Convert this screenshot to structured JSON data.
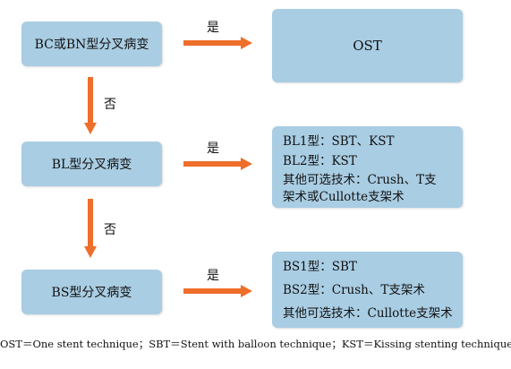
{
  "nodes": {
    "bc_bn": "BC或BN型分叉病变",
    "bl": "BL型分叉病变",
    "bs": "BS型分叉病变",
    "ost": "OST",
    "bl_options": [
      "BL1型：SBT、KST",
      "BL2型：KST",
      "其他可选技术：Crush、T支",
      "架术或Cullotte支架术"
    ],
    "bs_options": [
      "BS1型：SBT",
      "BS2型：Crush、T支架术",
      "其他可选技术：Cullotte支架术"
    ]
  },
  "labels": {
    "yes": "是",
    "no": "否"
  },
  "footer": "OST＝One stent technique；SBT＝Stent with balloon technique；KST＝Kissing stenting technique",
  "colors": {
    "box": "#a9cde3",
    "arrow": "#ee6e2a"
  }
}
